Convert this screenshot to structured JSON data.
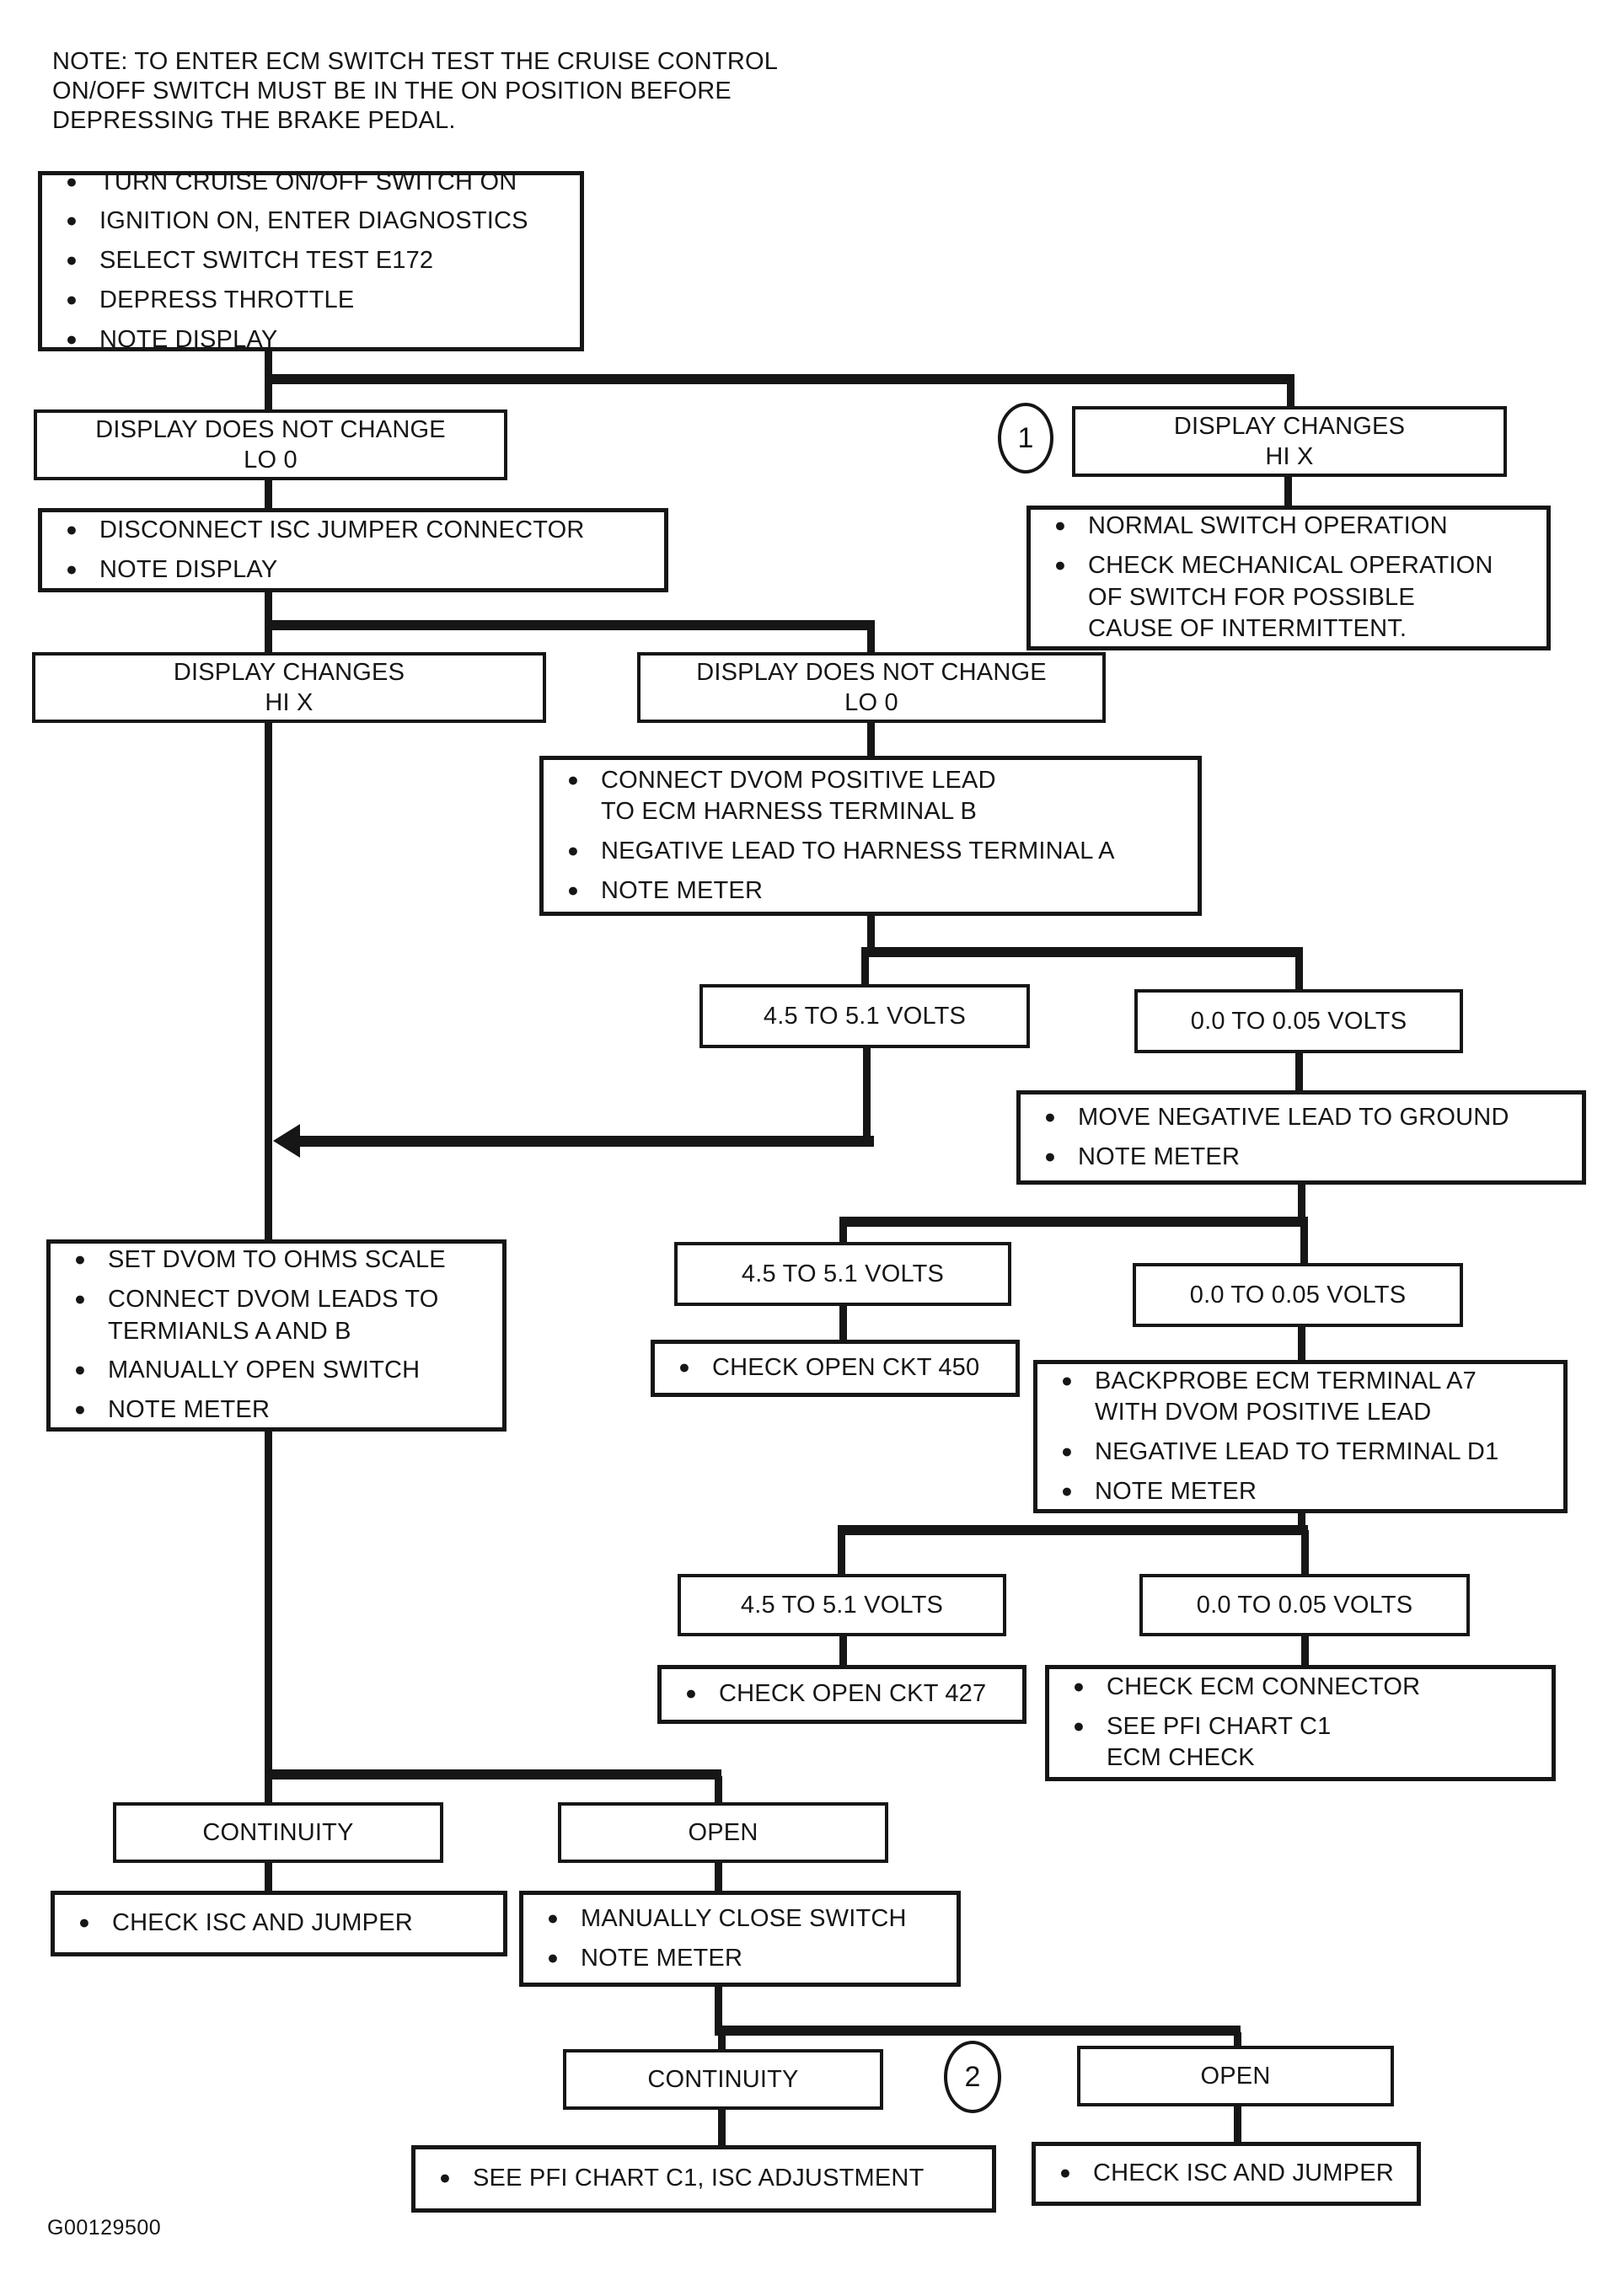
{
  "note": {
    "text": "NOTE: TO ENTER ECM SWITCH TEST THE CRUISE CONTROL\nON/OFF SWITCH MUST BE IN THE ON POSITION BEFORE\nDEPRESSING THE BRAKE PEDAL."
  },
  "figure_id": "G00129500",
  "callouts": {
    "c1": "1",
    "c2": "2"
  },
  "nodes": {
    "start": {
      "bullets": [
        "TURN CRUISE ON/OFF SWITCH ON",
        "IGNITION ON, ENTER DIAGNOSTICS",
        "SELECT SWITCH TEST E172",
        "DEPRESS THROTTLE",
        "NOTE DISPLAY"
      ]
    },
    "display_no_change_a": {
      "label": "DISPLAY DOES NOT CHANGE\nLO 0"
    },
    "display_changes_a": {
      "label": "DISPLAY CHANGES\nHI X"
    },
    "normal_switch": {
      "bullets": [
        "NORMAL SWITCH OPERATION",
        "CHECK MECHANICAL OPERATION\nOF SWITCH FOR POSSIBLE\nCAUSE OF INTERMITTENT."
      ]
    },
    "disconnect_isc": {
      "bullets": [
        "DISCONNECT ISC JUMPER CONNECTOR",
        "NOTE DISPLAY"
      ]
    },
    "display_changes_b": {
      "label": "DISPLAY CHANGES\nHI X"
    },
    "display_no_change_b": {
      "label": "DISPLAY DOES NOT CHANGE\nLO 0"
    },
    "connect_dvom": {
      "bullets": [
        "CONNECT DVOM POSITIVE LEAD\nTO ECM HARNESS TERMINAL B",
        "NEGATIVE LEAD TO HARNESS TERMINAL A",
        "NOTE METER"
      ]
    },
    "volts_high_a": {
      "label": "4.5 TO 5.1 VOLTS"
    },
    "volts_low_a": {
      "label": "0.0 TO 0.05 VOLTS"
    },
    "move_negative_lead": {
      "bullets": [
        "MOVE NEGATIVE LEAD TO GROUND",
        "NOTE METER"
      ]
    },
    "set_dvom_ohms": {
      "bullets": [
        "SET DVOM TO OHMS SCALE",
        "CONNECT DVOM LEADS TO\nTERMIANLS A AND B",
        "MANUALLY OPEN SWITCH",
        "NOTE METER"
      ]
    },
    "volts_high_b": {
      "label": "4.5 TO 5.1 VOLTS"
    },
    "volts_low_b": {
      "label": "0.0 TO 0.05 VOLTS"
    },
    "check_open_ckt_450": {
      "bullets": [
        "CHECK OPEN CKT 450"
      ]
    },
    "backprobe_ecm": {
      "bullets": [
        "BACKPROBE ECM TERMINAL A7\nWITH DVOM POSITIVE LEAD",
        "NEGATIVE LEAD TO TERMINAL D1",
        "NOTE METER"
      ]
    },
    "volts_high_c": {
      "label": "4.5 TO 5.1 VOLTS"
    },
    "volts_low_c": {
      "label": "0.0 TO 0.05 VOLTS"
    },
    "check_open_ckt_427": {
      "bullets": [
        "CHECK OPEN CKT 427"
      ]
    },
    "check_ecm_connector": {
      "bullets": [
        "CHECK ECM CONNECTOR",
        "SEE PFI CHART C1\nECM CHECK"
      ]
    },
    "continuity_a": {
      "label": "CONTINUITY"
    },
    "open_a": {
      "label": "OPEN"
    },
    "check_isc_jumper_a": {
      "bullets": [
        "CHECK ISC AND JUMPER"
      ]
    },
    "manually_close_switch": {
      "bullets": [
        "MANUALLY CLOSE SWITCH",
        "NOTE METER"
      ]
    },
    "continuity_b": {
      "label": "CONTINUITY"
    },
    "open_b": {
      "label": "OPEN"
    },
    "see_pfi_isc_adjustment": {
      "bullets": [
        "SEE PFI CHART C1, ISC ADJUSTMENT"
      ]
    },
    "check_isc_jumper_b": {
      "bullets": [
        "CHECK ISC AND JUMPER"
      ]
    }
  }
}
